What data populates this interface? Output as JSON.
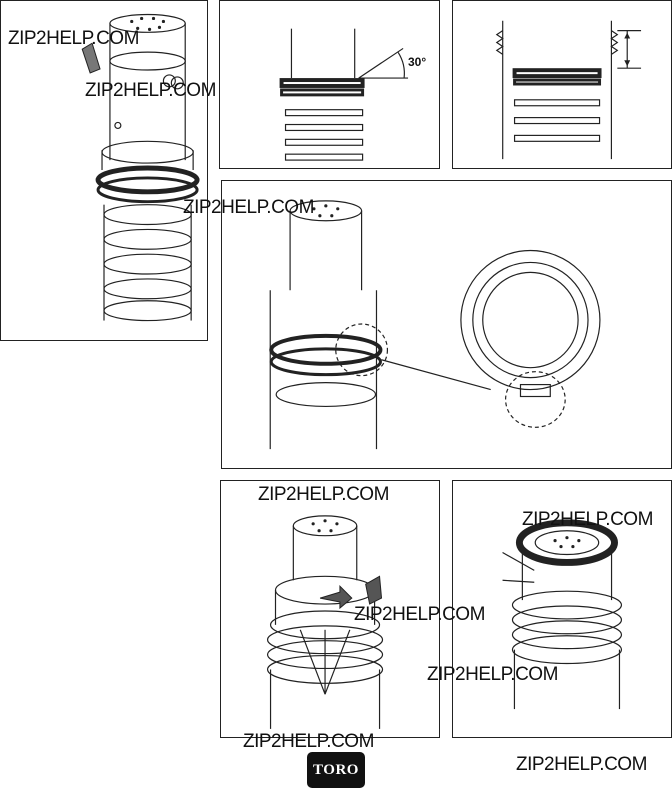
{
  "watermark": "ZIP2HELP.COM",
  "angle_label": "30°",
  "logo_text": "TORO",
  "colors": {
    "ink": "#111111",
    "seal": "#1a1a1a",
    "arrow": "#555555"
  }
}
